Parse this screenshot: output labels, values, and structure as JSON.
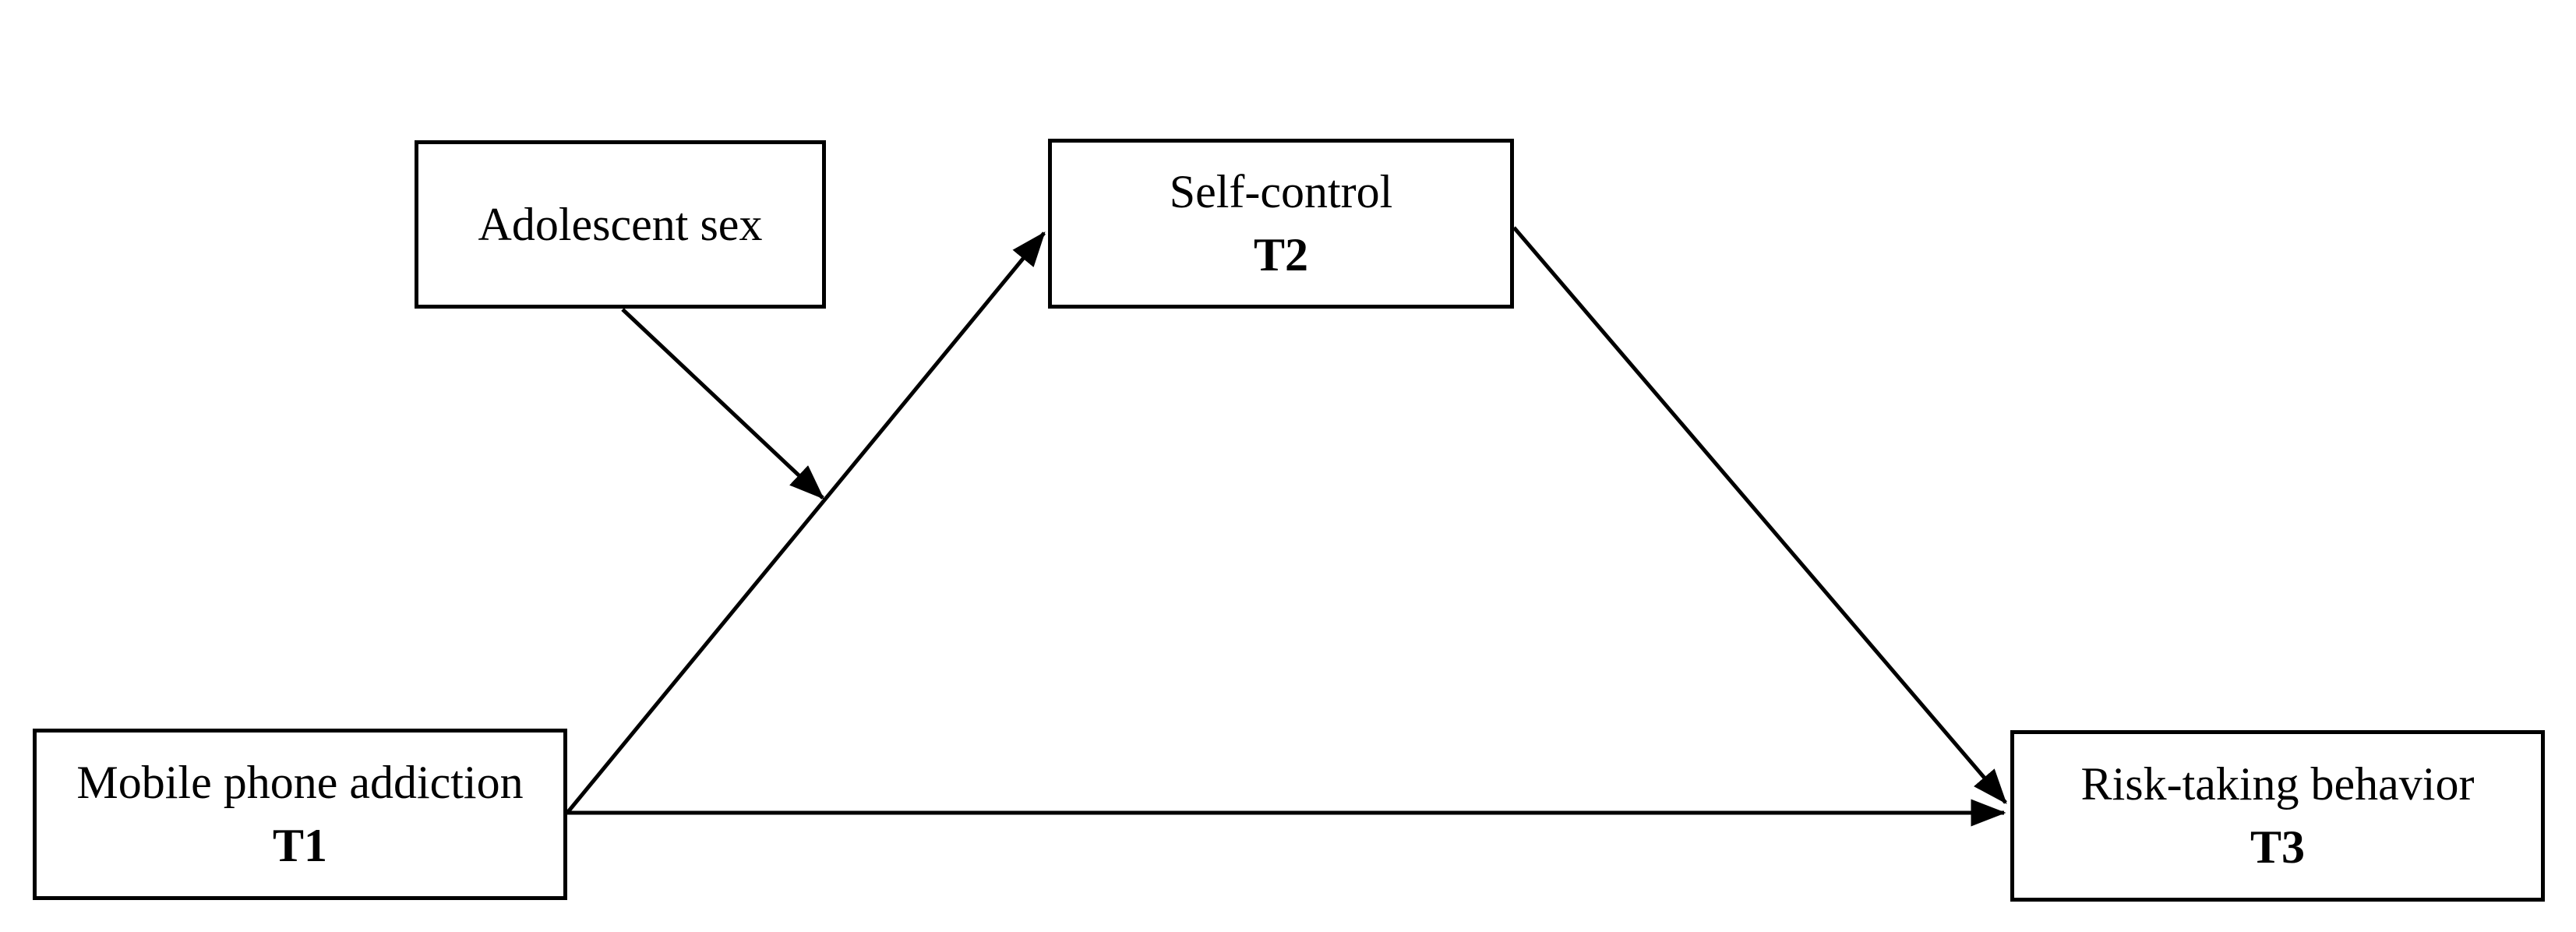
{
  "diagram": {
    "type": "path-model",
    "background_color": "#ffffff",
    "line_color": "#000000",
    "nodes": [
      {
        "id": "adolescent-sex",
        "label": "Adolescent sex",
        "sublabel": ""
      },
      {
        "id": "self-control-t2",
        "label": "Self-control",
        "sublabel": "T2"
      },
      {
        "id": "mobile-phone-addiction-t1",
        "label": "Mobile phone addiction",
        "sublabel": "T1"
      },
      {
        "id": "risk-taking-behavior-t3",
        "label": "Risk-taking behavior",
        "sublabel": "T3"
      }
    ],
    "edges": [
      {
        "from": "mobile-phone-addiction-t1",
        "to": "self-control-t2",
        "style": "arrow"
      },
      {
        "from": "self-control-t2",
        "to": "risk-taking-behavior-t3",
        "style": "arrow"
      },
      {
        "from": "mobile-phone-addiction-t1",
        "to": "risk-taking-behavior-t3",
        "style": "arrow"
      },
      {
        "from": "adolescent-sex",
        "to": "path-mobile-phone-addiction-to-self-control",
        "style": "arrow"
      }
    ]
  }
}
